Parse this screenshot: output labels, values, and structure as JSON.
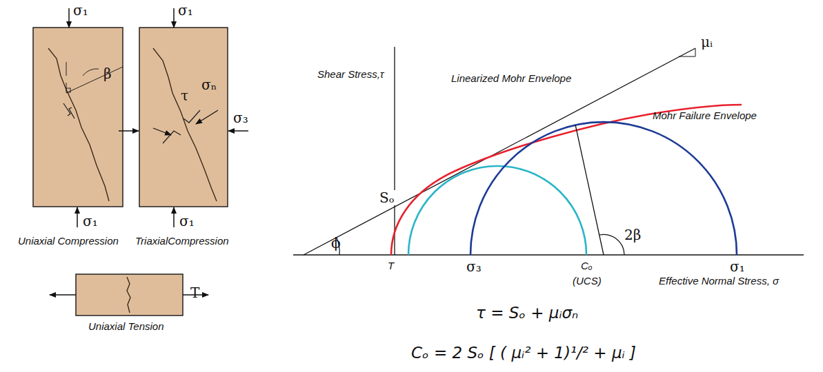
{
  "diagram": {
    "labels": [
      "σ₁",
      "β",
      "σ₁",
      "Uniaxial Compression",
      "σ₁",
      "τ",
      "σₙ",
      "σ₃",
      "σ₁",
      "TriaxialCompression",
      "T",
      "Uniaxial Tension",
      "Shear Stress,τ",
      "Linearized Mohr Envelope",
      "μᵢ",
      "Mohr Failure Envelope",
      "Sₒ",
      "ϕ",
      "T",
      "σ₃",
      "Cₒ",
      "(UCS)",
      "σ₁",
      "Effective Normal Stress, σ",
      "2β",
      "τ = Sₒ + μᵢσₙ",
      "Cₒ = 2 Sₒ [ ( μᵢ² + 1)¹/² + μᵢ ]"
    ]
  }
}
